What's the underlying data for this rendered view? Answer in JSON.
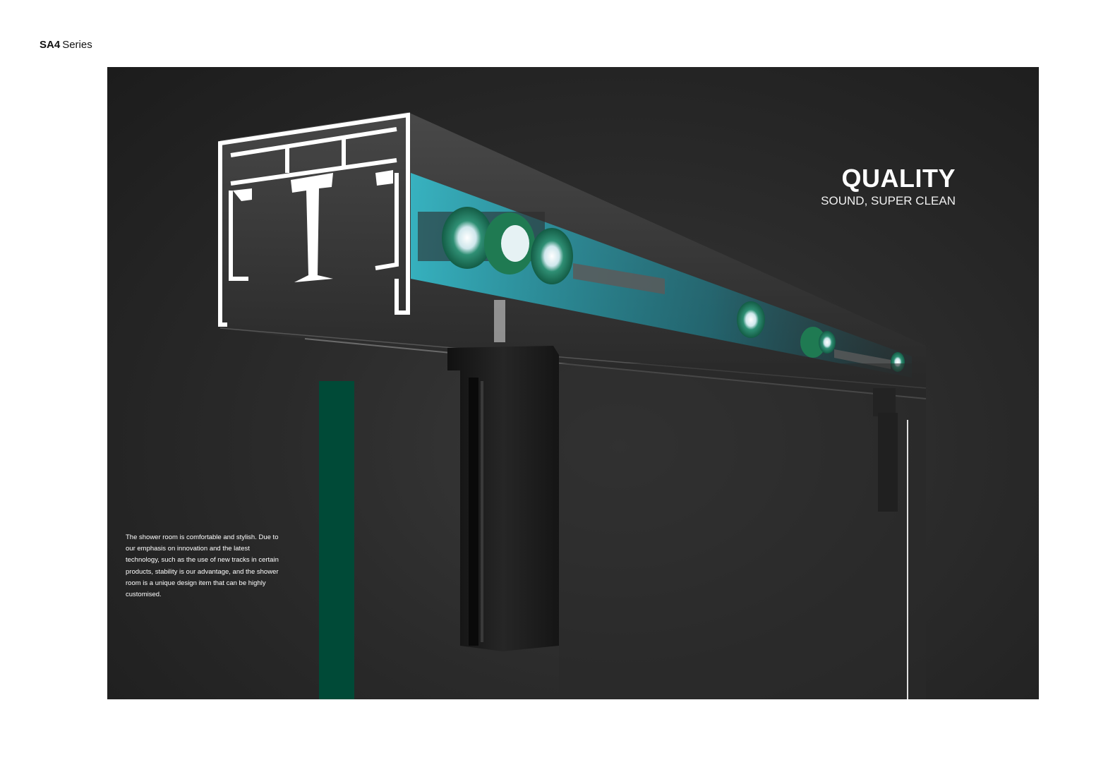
{
  "header": {
    "series_code": "SA4",
    "series_word": "Series"
  },
  "hero": {
    "title": "QUALITY",
    "subtitle": "SOUND, SUPER CLEAN",
    "description": "The shower room is comfortable and stylish. Due to our emphasis on innovation and the latest technology, such as the use of new tracks in certain products, stability is our advantage, and the shower room is a unique design item that can be highly customised."
  },
  "colors": {
    "accent_green": "#004a37",
    "roller_green": "#1f7a52",
    "glow_cyan": "#36c6d6",
    "background_dark": "#2a2a2a"
  }
}
